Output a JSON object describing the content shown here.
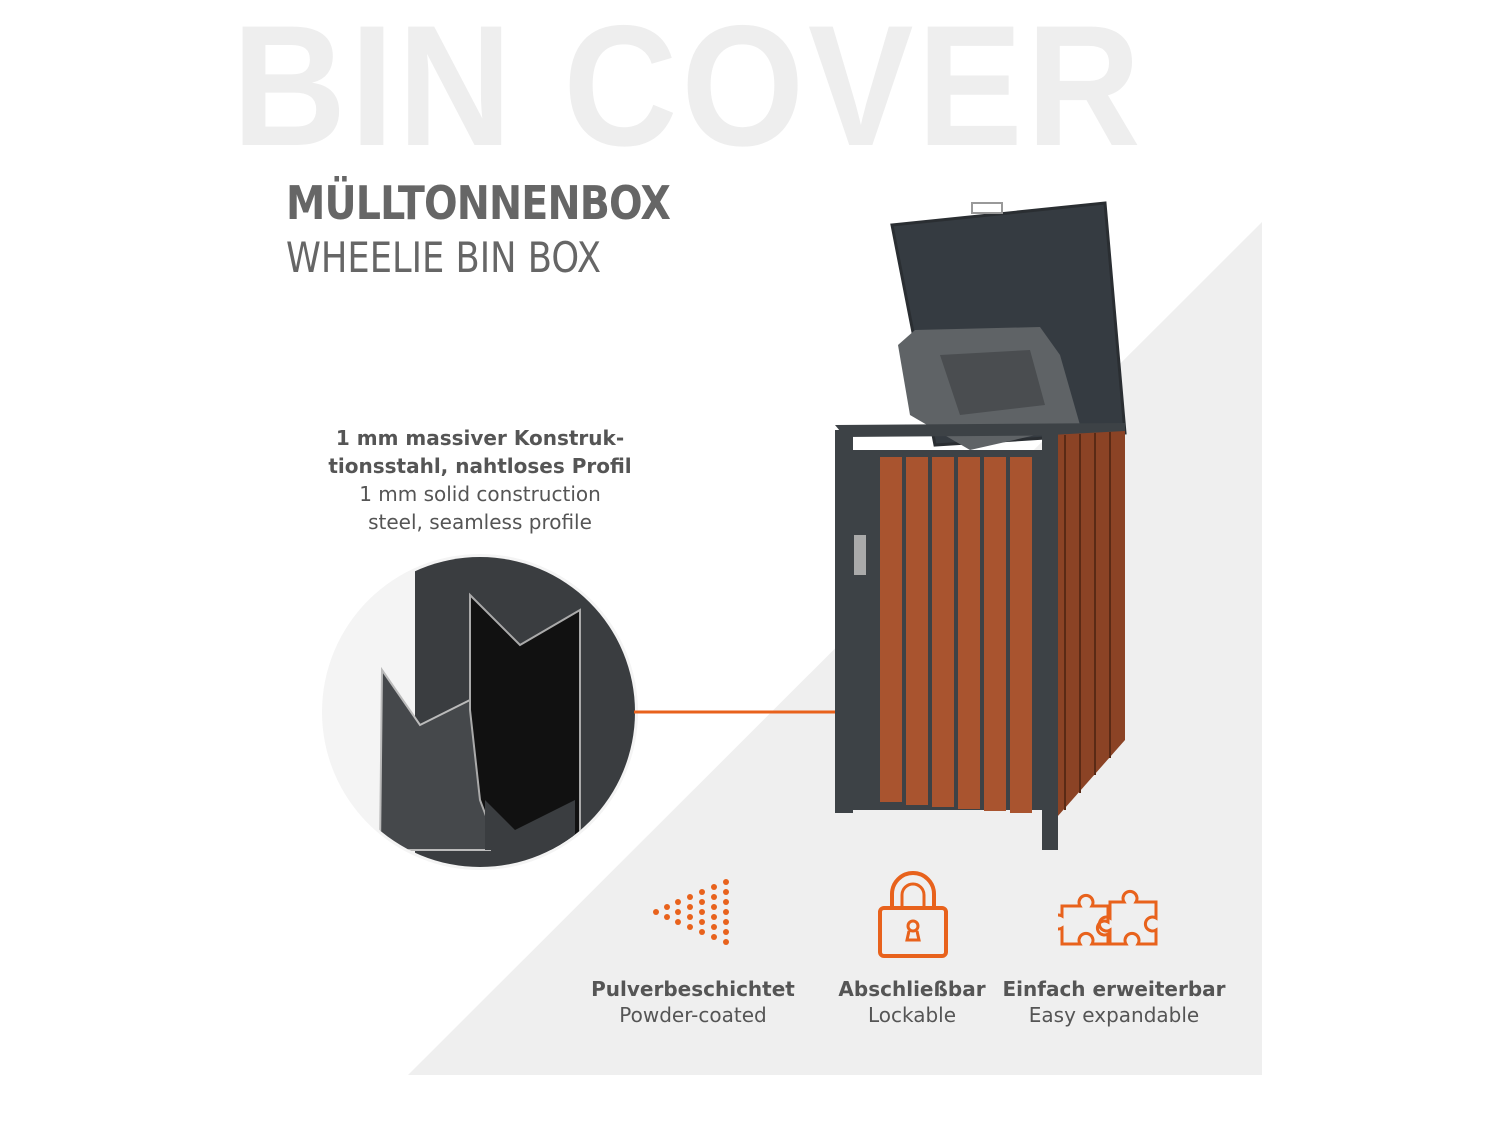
{
  "watermark": "BIN COVER",
  "header": {
    "title": "MÜLLTONNENBOX",
    "subtitle": "WHEELIE BIN BOX"
  },
  "callout": {
    "de_line1": "1 mm massiver Konstruk-",
    "de_line2": "tionsstahl, nahtloses Profil",
    "en_line1": "1 mm solid construction",
    "en_line2": "steel, seamless profile"
  },
  "features": [
    {
      "icon": "spray-dots-icon",
      "de": "Pulverbeschichtet",
      "en": "Powder-coated"
    },
    {
      "icon": "padlock-icon",
      "de": "Abschließbar",
      "en": "Lockable"
    },
    {
      "icon": "puzzle-icon",
      "de": "Einfach erweiterbar",
      "en": "Easy expandable"
    }
  ],
  "colors": {
    "accent": "#e8621c",
    "steel": "#3d4246",
    "wood": "#a9542f",
    "text": "#555555",
    "panel": "#efefef"
  }
}
